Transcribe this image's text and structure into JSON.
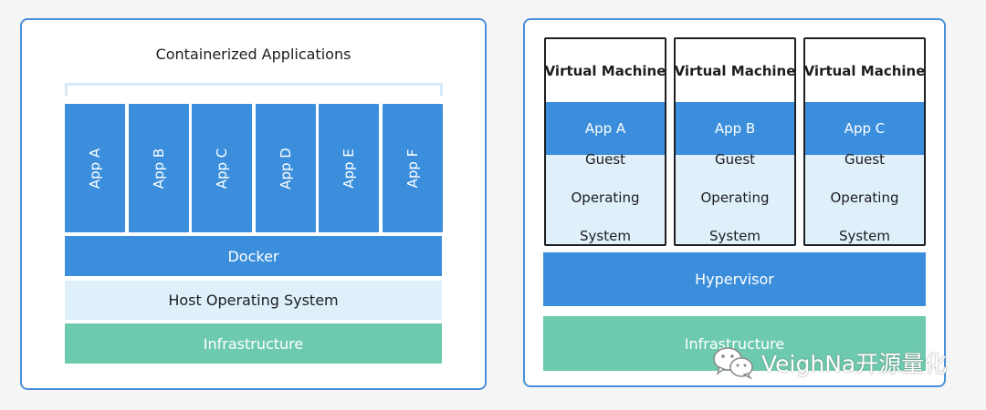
{
  "containers": {
    "title": "Containerized Applications",
    "apps": [
      "App A",
      "App B",
      "App C",
      "App D",
      "App E",
      "App F"
    ],
    "docker_label": "Docker",
    "host_os_label": "Host Operating System",
    "infrastructure_label": "Infrastructure"
  },
  "vms": {
    "machines": [
      {
        "title": "Virtual Machine",
        "app": "App A",
        "os_lines": [
          "Guest",
          "Operating",
          "System"
        ]
      },
      {
        "title": "Virtual Machine",
        "app": "App B",
        "os_lines": [
          "Guest",
          "Operating",
          "System"
        ]
      },
      {
        "title": "Virtual Machine",
        "app": "App C",
        "os_lines": [
          "Guest",
          "Operating",
          "System"
        ]
      }
    ],
    "hypervisor_label": "Hypervisor",
    "infrastructure_label": "Infrastructure"
  },
  "watermark": {
    "text": "VeighNa开源量化",
    "icon": "wechat-icon"
  },
  "colors": {
    "border": "#4a90d9",
    "blue": "#3b8edc",
    "pale": "#dff0fb",
    "green": "#6dcaae"
  }
}
